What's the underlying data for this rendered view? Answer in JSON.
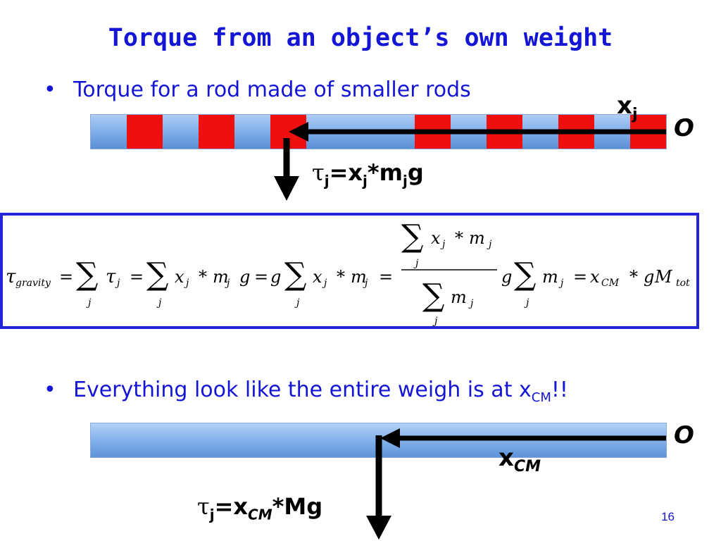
{
  "slide": {
    "title": "Torque from an object’s own weight",
    "bullet1": "Torque for a rod made of smaller rods",
    "bullet2_text": "Everything look like the entire weigh is at x",
    "bullet2_sub": "CM",
    "bullet2_end": "!!",
    "bullet_char": "•",
    "page_number": "16"
  },
  "diagram_top": {
    "segments": [
      "blue",
      "red",
      "blue",
      "red",
      "blue",
      "red",
      "blue",
      "blue",
      "blue",
      "red",
      "blue",
      "red",
      "blue",
      "red",
      "blue",
      "red"
    ],
    "origin_label": "O",
    "xj_main": "x",
    "xj_sub": "j",
    "torque_tau": "τ",
    "torque_sub": "j",
    "torque_eq": "=x",
    "torque_sub2": "j",
    "torque_rest1": "*m",
    "torque_sub3": "j",
    "torque_rest2": "g"
  },
  "equation": {
    "tau": "τ",
    "gravity_sub": "gravity",
    "part1": "= ",
    "sum": "∑",
    "sub_j": "j",
    "tau_j": "τ",
    "eq": "=",
    "x": "x",
    "star": "*",
    "m": "m",
    "g": "g",
    "cm_sub": "CM",
    "M": "M",
    "tot_sub": "tot"
  },
  "diagram_bottom": {
    "origin_label": "O",
    "xcm_main": "x",
    "xcm_sub": "CM",
    "torque_tau": "τ",
    "torque_sub": "j",
    "torque_eq": "=x",
    "torque_sub2": "CM",
    "torque_rest": "*Mg"
  },
  "colors": {
    "title_blue": "#1515d6",
    "red_segment": "#ee0f0f",
    "blue_segment": "#7faee8",
    "box_border": "#2424d8"
  }
}
